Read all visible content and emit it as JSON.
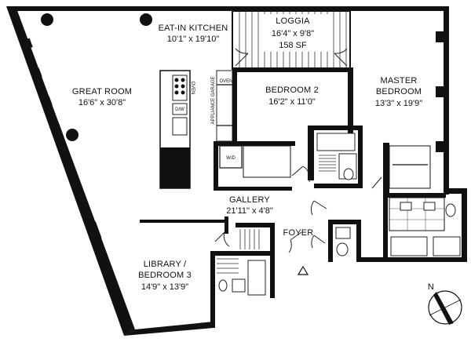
{
  "rooms": {
    "great_room": {
      "name": "GREAT ROOM",
      "dims": "16'6\" x 30'8\""
    },
    "kitchen": {
      "name": "EAT-IN KITCHEN",
      "dims": "10'1\" x 19'10\""
    },
    "loggia": {
      "name": "LOGGIA",
      "dims": "16'4\" x 9'8\"",
      "area": "158 SF"
    },
    "bedroom2": {
      "name": "BEDROOM 2",
      "dims": "16'2\" x 11'0\""
    },
    "master": {
      "name_line1": "MASTER",
      "name_line2": "BEDROOM",
      "dims": "13'3\" x 19'9\""
    },
    "gallery": {
      "name": "GALLERY",
      "dims": "21'11\" x 4'8\""
    },
    "foyer": {
      "name": "FOYER"
    },
    "library": {
      "name_line1": "LIBRARY /",
      "name_line2": "BEDROOM 3",
      "dims": "14'9\" x 13'9\""
    }
  },
  "appliance_labels": {
    "oven_a": "OVEN",
    "dw": "D/W",
    "oven_b": "OVEN",
    "garage": "APPLIANCE GARAGE",
    "wd": "W/D"
  },
  "compass": {
    "label": "N"
  }
}
